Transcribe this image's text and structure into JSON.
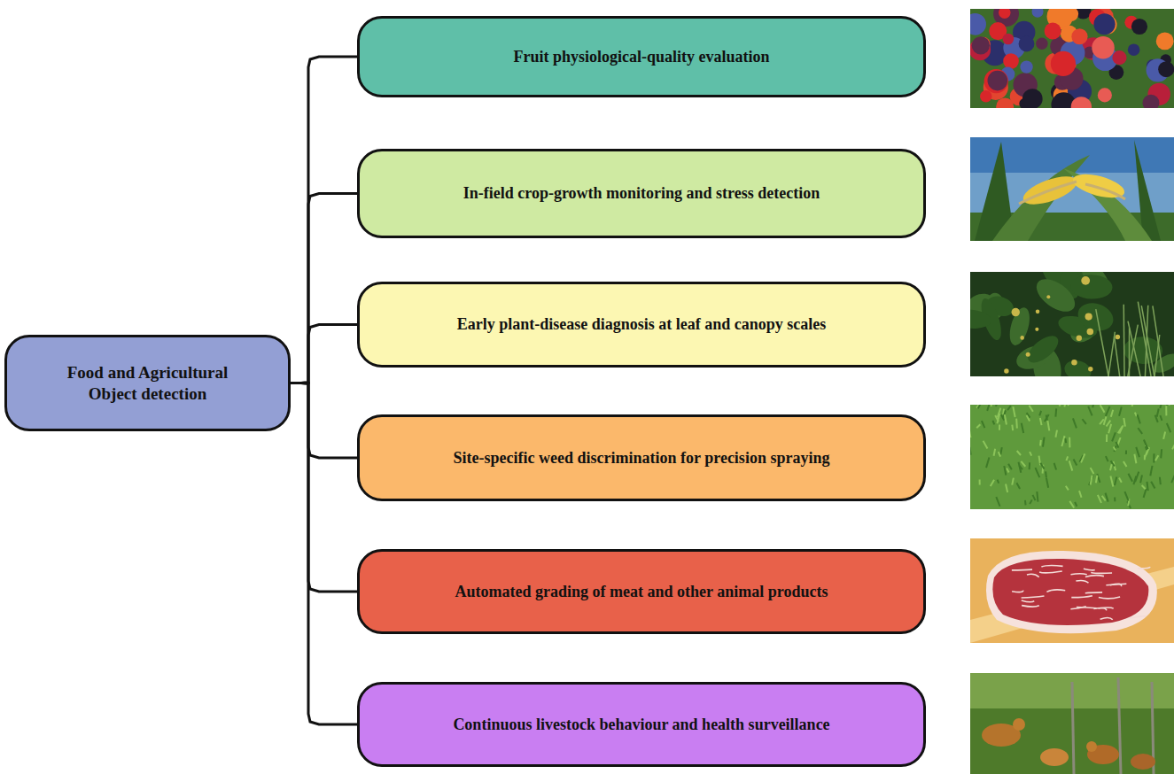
{
  "diagram": {
    "nodes": [
      {
        "text": [
          "Food and Agricultural Object detection"
        ]
      },
      {
        "text": [
          "Fruit physiological-quality evaluation"
        ]
      },
      {
        "text": [
          "In-field crop-growth monitoring and stress detection"
        ]
      },
      {
        "text": [
          "Early plant-disease diagnosis at leaf and canopy scales"
        ]
      },
      {
        "text": [
          "Site-specific weed discrimination for precision spraying"
        ]
      },
      {
        "text": [
          "Automated grading of meat and other animal products"
        ]
      },
      {
        "text": [
          "Continuous livestock behaviour and health surveillance"
        ]
      }
    ],
    "edges": [
      {
        "from": 0,
        "to": 1,
        "arrow": "none"
      },
      {
        "from": 0,
        "to": 2,
        "arrow": "none"
      },
      {
        "from": 0,
        "to": 3,
        "arrow": "none"
      },
      {
        "from": 0,
        "to": 4,
        "arrow": "none"
      },
      {
        "from": 0,
        "to": 5,
        "arrow": "none"
      },
      {
        "from": 0,
        "to": 6,
        "arrow": "none"
      }
    ]
  }
}
